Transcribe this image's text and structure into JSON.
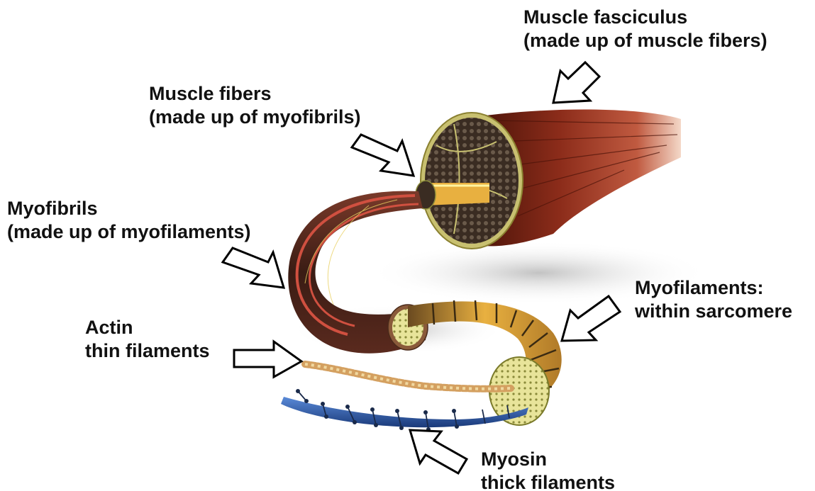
{
  "labels": {
    "fasciculus": {
      "line1": "Muscle fasciculus",
      "line2": "(made up of muscle fibers)"
    },
    "fibers": {
      "line1": "Muscle fibers",
      "line2": "(made up of myofibrils)"
    },
    "myofibrils": {
      "line1": "Myofibrils",
      "line2": "(made up of myofilaments)"
    },
    "myofilaments": {
      "line1": "Myofilaments:",
      "line2": "within sarcomere"
    },
    "actin": {
      "line1": "Actin",
      "line2": "thin filaments"
    },
    "myosin": {
      "line1": "Myosin",
      "line2": "thick filaments"
    }
  },
  "colors": {
    "muscle": "#8a2a1a",
    "muscle_dark": "#4a1208",
    "myofibril_band": "#d9a43a",
    "myosin": "#2a5aa8",
    "cross_section": "#e8e49a"
  }
}
